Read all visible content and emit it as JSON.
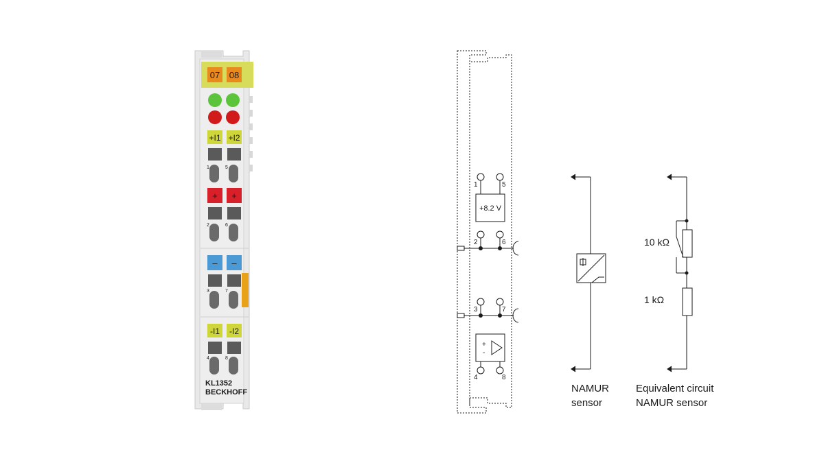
{
  "terminal": {
    "channel_labels": [
      "07",
      "08"
    ],
    "input_labels": [
      "+I1",
      "+I2"
    ],
    "plus_labels": [
      "+",
      "+"
    ],
    "minus_labels": [
      "–",
      "–"
    ],
    "neg_input_labels": [
      "-I1",
      "-I2"
    ],
    "pin_numbers": {
      "row1": [
        "1",
        "5"
      ],
      "row2": [
        "2",
        "6"
      ],
      "row3": [
        "3",
        "7"
      ],
      "row4": [
        "4",
        "8"
      ]
    },
    "model": "KL1352",
    "brand": "BECKHOFF",
    "colors": {
      "orange": "#e98a1e",
      "yellow_green": "#cfd63a",
      "red": "#d8202a",
      "blue": "#4b9ad6",
      "led_green": "#5cc43a",
      "led_red": "#d11a1a",
      "housing": "#e6e6e6"
    }
  },
  "schematic": {
    "pins_top": [
      "1",
      "5"
    ],
    "pins_bus1": [
      "2",
      "6"
    ],
    "pins_bus2": [
      "3",
      "7"
    ],
    "pins_bottom": [
      "4",
      "8"
    ],
    "supply_label": "+8.2 V",
    "amp_plus": "+",
    "amp_minus": "-",
    "namur_label_line1": "NAMUR",
    "namur_label_line2": "sensor",
    "equiv_label_line1": "Equivalent circuit",
    "equiv_label_line2": "NAMUR sensor",
    "r1_label": "10 kΩ",
    "r2_label": "1 kΩ"
  }
}
